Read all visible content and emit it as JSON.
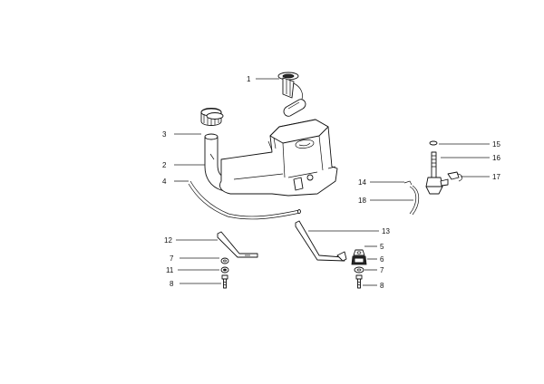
{
  "callouts": [
    {
      "id": "1",
      "label": "1"
    },
    {
      "id": "2",
      "label": "2"
    },
    {
      "id": "3",
      "label": "3"
    },
    {
      "id": "4",
      "label": "4"
    },
    {
      "id": "5",
      "label": "5"
    },
    {
      "id": "6",
      "label": "6"
    },
    {
      "id": "7a",
      "label": "7"
    },
    {
      "id": "7b",
      "label": "7"
    },
    {
      "id": "8a",
      "label": "8"
    },
    {
      "id": "8b",
      "label": "8"
    },
    {
      "id": "11",
      "label": "11"
    },
    {
      "id": "12",
      "label": "12"
    },
    {
      "id": "13",
      "label": "13"
    },
    {
      "id": "14",
      "label": "14"
    },
    {
      "id": "15",
      "label": "15"
    },
    {
      "id": "16",
      "label": "16"
    },
    {
      "id": "17",
      "label": "17"
    },
    {
      "id": "18",
      "label": "18"
    }
  ],
  "colors": {
    "line": "#111111",
    "background": "#ffffff"
  }
}
